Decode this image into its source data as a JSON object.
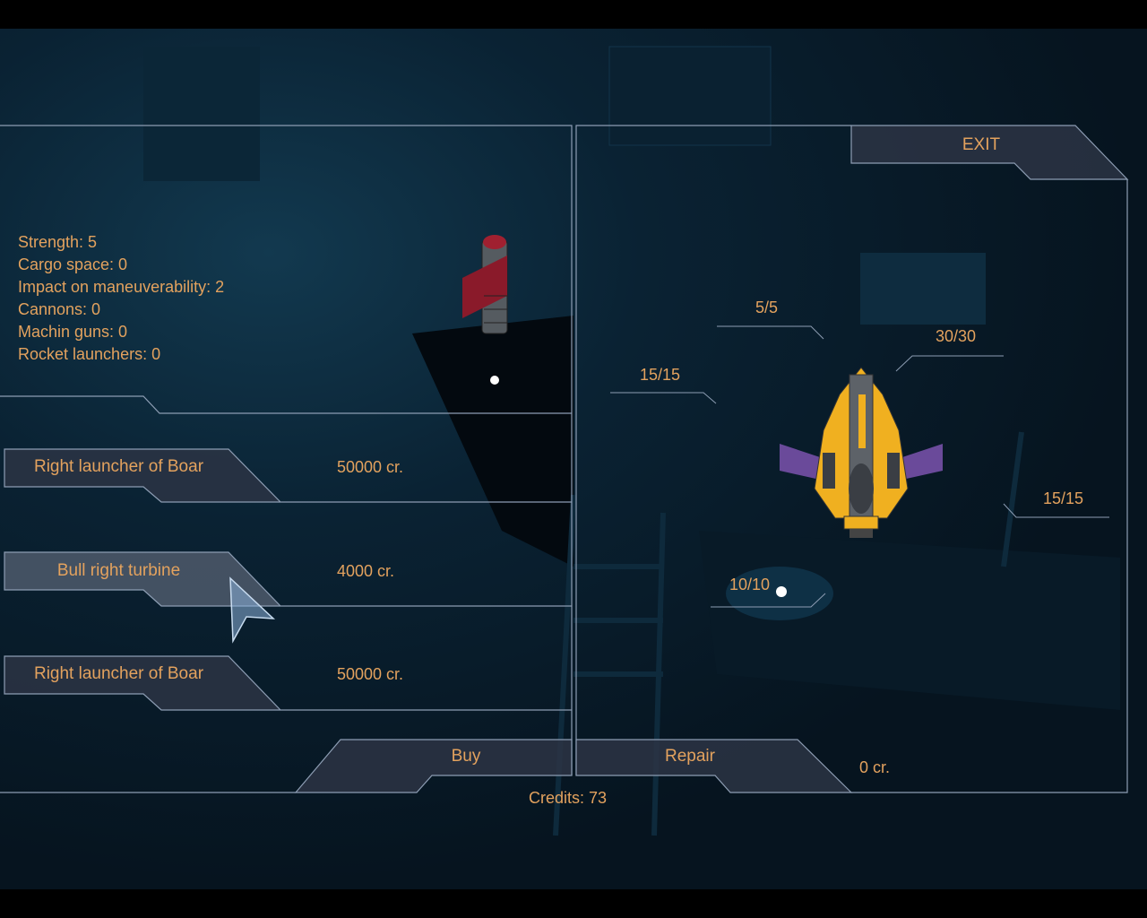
{
  "item_stats": [
    {
      "label": "Strength: 5"
    },
    {
      "label": "Cargo space: 0"
    },
    {
      "label": "Impact on maneuverability: 2"
    },
    {
      "label": "Cannons: 0"
    },
    {
      "label": "Machin guns: 0"
    },
    {
      "label": "Rocket launchers: 0"
    }
  ],
  "shop_items": [
    {
      "name": "Right launcher of Boar",
      "price": "50000 cr."
    },
    {
      "name": "Bull right turbine",
      "price": "4000 cr.",
      "hovered": true
    },
    {
      "name": "Right launcher of Boar",
      "price": "50000 cr."
    }
  ],
  "buttons": {
    "buy": "Buy",
    "repair": "Repair",
    "exit": "EXIT"
  },
  "repair_cost": "0 cr.",
  "credits": "Credits: 73",
  "ship_slots": [
    {
      "id": "top",
      "value": "5/5"
    },
    {
      "id": "top-right",
      "value": "30/30"
    },
    {
      "id": "left",
      "value": "15/15"
    },
    {
      "id": "right",
      "value": "15/15"
    },
    {
      "id": "bottom",
      "value": "10/10"
    }
  ],
  "colors": {
    "text": "#e3a25e",
    "line": "#8d9db3",
    "button": "#2b3444",
    "button_hover": "#4a5668"
  }
}
